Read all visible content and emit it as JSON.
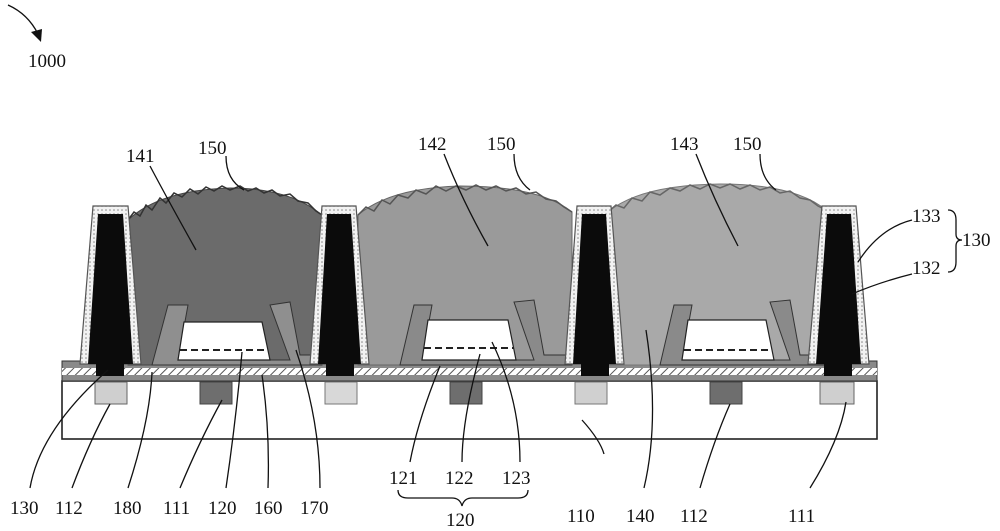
{
  "figure_ref": "1000",
  "callouts": {
    "c141": "141",
    "c150a": "150",
    "c142": "142",
    "c150b": "150",
    "c143": "143",
    "c150c": "150",
    "c133": "133",
    "c130r": "130",
    "c132": "132"
  },
  "bottom_labels": {
    "b130": "130",
    "b112a": "112",
    "b180": "180",
    "b111a": "111",
    "b120": "120",
    "b160": "160",
    "b170": "170",
    "b121": "121",
    "b122": "122",
    "b123": "123",
    "b120g": "120",
    "b110": "110",
    "b140": "140",
    "b112b": "112",
    "b111b": "111"
  },
  "colors": {
    "wall_core": "#0b0b0b",
    "region_141": "#6b6b6b",
    "region_142": "#9a9a9a",
    "region_143": "#a9a9a9",
    "substrate": "#ffffff",
    "layer": "#8a8a8a"
  }
}
